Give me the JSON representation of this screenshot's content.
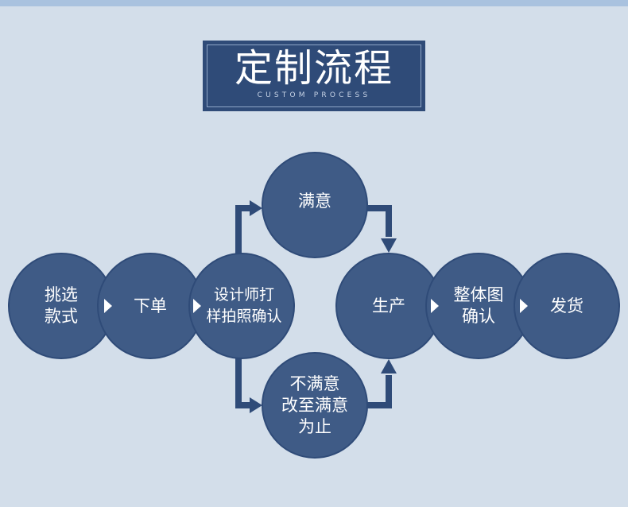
{
  "title": {
    "main": "定制流程",
    "sub": "CUSTOM PROCESS"
  },
  "colors": {
    "background": "#d3deea",
    "node": "#3f5b86",
    "connector": "#2f4b78",
    "title_bg": "#2f4b78"
  },
  "nodes": {
    "pick": "挑选\n款式",
    "order": "下单",
    "design": "设计师打\n样拍照确认",
    "satisfied": "满意",
    "unsatisfied": "不满意\n改至满意\n为止",
    "produce": "生产",
    "confirm": "整体图\n确认",
    "ship": "发货"
  }
}
